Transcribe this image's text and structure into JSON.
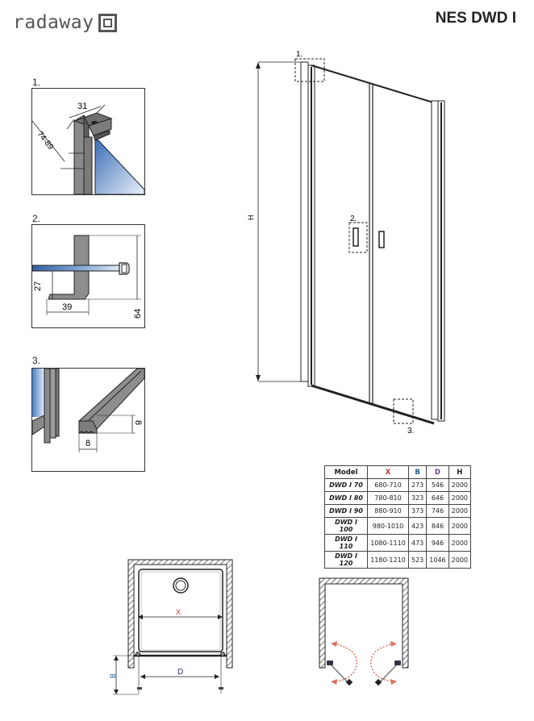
{
  "header": {
    "brand": "radaway",
    "product_title": "NES DWD I"
  },
  "details": [
    {
      "label": "1.",
      "dims": [
        "31",
        "74-89"
      ]
    },
    {
      "label": "2.",
      "dims": [
        "27",
        "39",
        "64"
      ]
    },
    {
      "label": "3.",
      "dims": [
        "8",
        "8"
      ]
    }
  ],
  "main_drawing": {
    "height_label": "H",
    "callouts": [
      "1.",
      "2.",
      "3."
    ]
  },
  "spec_table": {
    "headers": [
      "Model",
      "X",
      "B",
      "D",
      "H"
    ],
    "header_colors": {
      "X": "#c0392b",
      "B": "#2c5c8a",
      "D": "#6a3d9a",
      "H": "#222222"
    },
    "rows": [
      [
        "DWD I 70",
        "680-710",
        "273",
        "546",
        "2000"
      ],
      [
        "DWD I 80",
        "780-810",
        "323",
        "646",
        "2000"
      ],
      [
        "DWD I 90",
        "880-910",
        "373",
        "746",
        "2000"
      ],
      [
        "DWD I 100",
        "980-1010",
        "423",
        "846",
        "2000"
      ],
      [
        "DWD I 110",
        "1080-1110",
        "473",
        "946",
        "2000"
      ],
      [
        "DWD I 120",
        "1180-1210",
        "523",
        "1046",
        "2000"
      ]
    ]
  },
  "plan_view": {
    "x_label": "X",
    "d_label": "D",
    "b_label": "B"
  },
  "swing_diagram": {
    "arrow_color": "#d9735f"
  }
}
